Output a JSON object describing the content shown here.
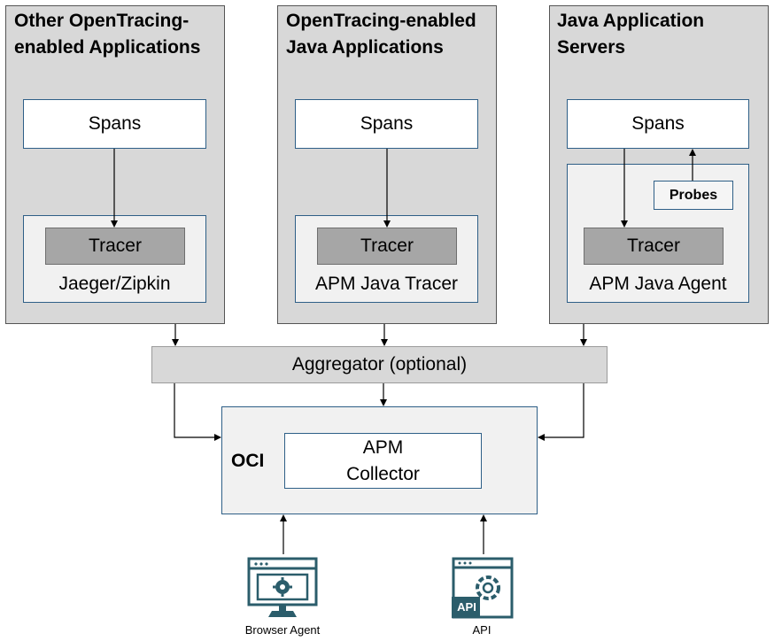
{
  "panels": [
    {
      "title": "Other OpenTracing-enabled Applications",
      "spans": "Spans",
      "tracer": "Tracer",
      "label": "Jaeger/Zipkin"
    },
    {
      "title": "OpenTracing-enabled Java Applications",
      "spans": "Spans",
      "tracer": "Tracer",
      "label": "APM Java Tracer"
    },
    {
      "title": "Java Application Servers",
      "spans": "Spans",
      "probes": "Probes",
      "tracer": "Tracer",
      "label": "APM Java Agent"
    }
  ],
  "aggregator": "Aggregator (optional)",
  "oci": {
    "label": "OCI",
    "collector_line1": "APM",
    "collector_line2": "Collector"
  },
  "sources": [
    {
      "label": "Browser Agent",
      "icon": "browser-agent-icon"
    },
    {
      "label": "API",
      "icon": "api-icon",
      "badge": "API"
    }
  ],
  "colors": {
    "panel": "#d8d8d8",
    "box_border": "#2e5f87",
    "tracer": "#a6a6a6",
    "icon": "#2b5d6b"
  }
}
